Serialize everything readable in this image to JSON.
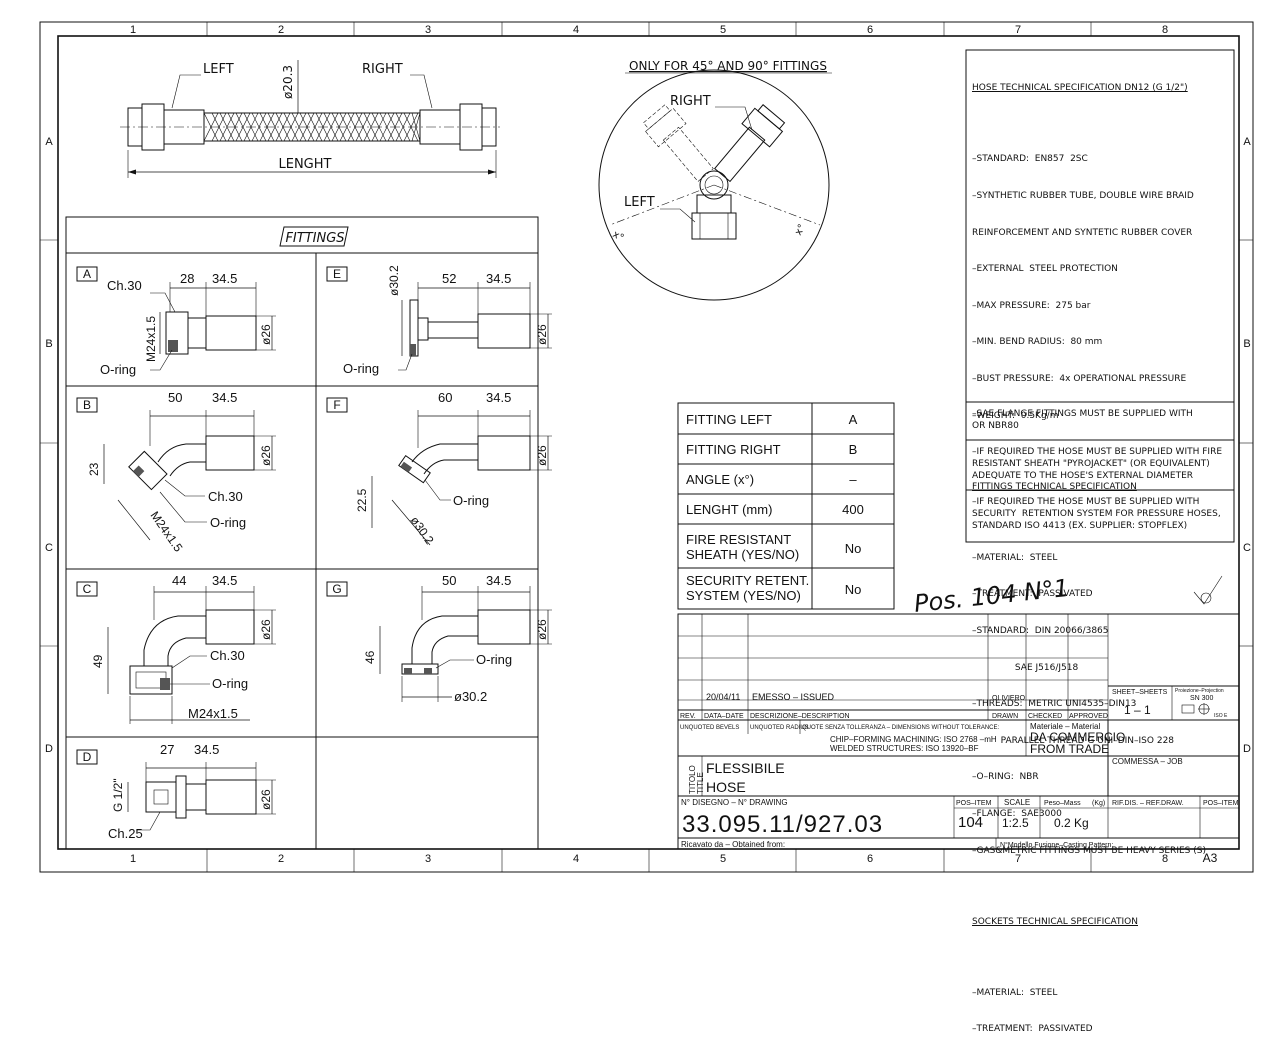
{
  "grid": {
    "cols": [
      "1",
      "2",
      "3",
      "4",
      "5",
      "6",
      "7",
      "8"
    ],
    "rows": [
      "A",
      "B",
      "C",
      "D"
    ],
    "sheet_format": "A3"
  },
  "hose_drawing": {
    "left_label": "LEFT",
    "right_label": "RIGHT",
    "diameter_label": "ø20.3",
    "length_label": "LENGHT"
  },
  "angle_view": {
    "title": "ONLY FOR 45° AND 90° FITTINGS",
    "right_label": "RIGHT",
    "left_label": "LEFT",
    "angle_mark_left": "x°",
    "angle_mark_right": "x°"
  },
  "fittings": {
    "title": "FITTINGS",
    "A": {
      "letter": "A",
      "dim1": "28",
      "dim2": "34.5",
      "ch": "Ch.30",
      "thread": "M24x1.5",
      "oring": "O-ring",
      "dia": "ø26"
    },
    "B": {
      "letter": "B",
      "dim1": "50",
      "dim2": "34.5",
      "h": "23",
      "ch": "Ch.30",
      "thread": "M24x1.5",
      "oring": "O-ring",
      "dia": "ø26"
    },
    "C": {
      "letter": "C",
      "dim1": "44",
      "dim2": "34.5",
      "h": "49",
      "ch": "Ch.30",
      "thread": "M24x1.5",
      "oring": "O-ring",
      "dia": "ø26"
    },
    "D": {
      "letter": "D",
      "dim1": "27",
      "dim2": "34.5",
      "ch": "Ch.25",
      "thread": "G 1/2\"",
      "dia": "ø26"
    },
    "E": {
      "letter": "E",
      "dim1": "52",
      "dim2": "34.5",
      "flange": "ø30.2",
      "oring": "O-ring",
      "dia": "ø26"
    },
    "F": {
      "letter": "F",
      "dim1": "60",
      "dim2": "34.5",
      "h": "22.5",
      "flange": "ø30.2",
      "oring": "O-ring",
      "dia": "ø26"
    },
    "G": {
      "letter": "G",
      "dim1": "50",
      "dim2": "34.5",
      "h": "46",
      "flange": "ø30.2",
      "oring": "O-ring",
      "dia": "ø26"
    }
  },
  "config_table": [
    {
      "label": "FITTING LEFT",
      "value": "A"
    },
    {
      "label": "FITTING RIGHT",
      "value": "B"
    },
    {
      "label": "ANGLE (x°)",
      "value": "–"
    },
    {
      "label": "LENGHT (mm)",
      "value": "400"
    },
    {
      "label": "FIRE RESISTANT\nSHEATH (YES/NO)",
      "value": "No"
    },
    {
      "label": "SECURITY RETENT.\nSYSTEM (YES/NO)",
      "value": "No"
    }
  ],
  "handwritten": {
    "pos_note": "Pos. 104 N°1"
  },
  "spec": {
    "hose_title": "HOSE TECHNICAL SPECIFICATION DN12 (G 1/2\")",
    "hose_lines": [
      "–STANDARD:  EN857  2SC",
      "–SYNTHETIC RUBBER TUBE, DOUBLE WIRE BRAID",
      "REINFORCEMENT AND SYNTETIC RUBBER COVER",
      "–EXTERNAL  STEEL PROTECTION",
      "–MAX PRESSURE:  275 bar",
      "–MIN. BEND RADIUS:  80 mm",
      "–BUST PRESSURE:  4x OPERATIONAL PRESSURE",
      "–WEIGHT:  0.5Kg/m"
    ],
    "fittings_title": "FITTINGS TECHNICAL SPECIFICATION",
    "fittings_lines": [
      "–MATERIAL:  STEEL",
      "–TREATMENT:  PASSIVATED",
      "–STANDARD:  DIN 20066/3865",
      "               SAE J516/J518",
      "–THREADS:  METRIC UNI4535–DIN13",
      "          PARALLEL THREAD G UNI–DIN–ISO 228",
      "–O–RING:  NBR",
      "–FLANGE:  SAE3000",
      "–GAS&METRIC FITTINGS MUST BE HEAVY SERIES (S)"
    ],
    "sockets_title": "SOCKETS TECHNICAL SPECIFICATION",
    "sockets_lines": [
      "–MATERIAL:  STEEL",
      "–TREATMENT:  PASSIVATED"
    ],
    "note1": "–SAE FLANGE FITTINGS MUST BE SUPPLIED WITH\nOR NBR80",
    "note2": "–IF REQUIRED THE HOSE MUST BE SUPPLIED WITH FIRE\nRESISTANT SHEATH \"PYROJACKET\" (OR EQUIVALENT)\nADEQUATE TO THE HOSE'S EXTERNAL DIAMETER",
    "note3": "–IF REQUIRED THE HOSE MUST BE SUPPLIED WITH\nSECURITY  RETENTION SYSTEM FOR PRESSURE HOSES,\nSTANDARD ISO 4413 (EX. SUPPLIER: STOPFLEX)"
  },
  "title_block": {
    "rev_date": "20/04/11",
    "rev_desc": "EMESSO  –  ISSUED",
    "rev_drawn": "OLIVIERO",
    "col_rev": "REV.",
    "col_date": "DATA–DATE",
    "col_desc": "DESCRIZIONE–DESCRIPTION",
    "col_drawn": "DRAWN",
    "col_checked": "CHECKED",
    "col_approved": "APPROVED",
    "sheets_label": "SHEET–SHEETS",
    "sheets_value": "1  –  1",
    "projection_label": "Proiezione–Projection",
    "projection_std": "SN 300",
    "iso_mark": "ISO E",
    "bevels": "UNQUOTED BEVELS",
    "radius": "UNQUOTED RADIUS",
    "tolerance": "QUOTE SENZA TOLLERANZA – DIMENSIONS WITHOUT TOLERANCE:",
    "chip": "CHIP–FORMING MACHINING:   ISO  2768 –mH",
    "welded": "WELDED STRUCTURES:          ISO  13920–BF",
    "material_label": "Materiale – Material",
    "material_1": "DA COMMERCIO",
    "material_2": "FROM TRADE",
    "title_label": "TITOLO\nTITLE",
    "title_1": "FLESSIBILE",
    "title_2": "HOSE",
    "job_label": "COMMESSA – JOB",
    "drawing_no_label": "N° DISEGNO – N° DRAWING",
    "drawing_no": "33.095.11/927.03",
    "pos_label": "POS–ITEM",
    "pos": "104",
    "scale_label": "SCALE",
    "scale": "1:2.5",
    "weight_label": "Peso–Mass",
    "weight_unit": "(Kg)",
    "weight": "0.2 Kg",
    "ref_label": "RIF.DIS. – REF.DRAW.",
    "pos_item_label": "POS–ITEM",
    "obtained_label": "Ricavato da – Obtained from:",
    "pattern_label": "N°Modello Fusione–Casting Pattern:"
  }
}
